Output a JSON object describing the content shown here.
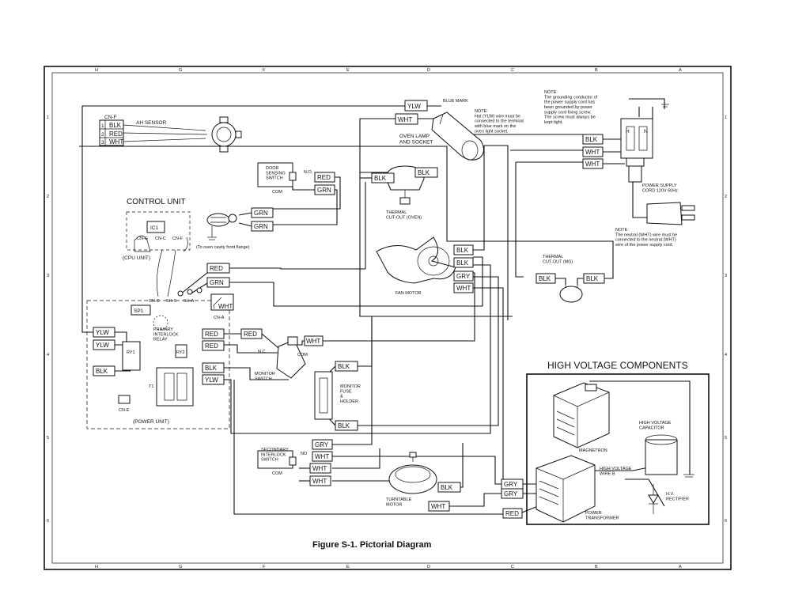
{
  "title": "Figure S-1. Pictorial Diagram",
  "high_voltage_title": "HIGH VOLTAGE COMPONENTS",
  "border_letters": {
    "top": [
      "H",
      "G",
      "F",
      "E",
      "D",
      "C",
      "B",
      "A"
    ],
    "bottom": [
      "H",
      "G",
      "F",
      "E",
      "D",
      "C",
      "B",
      "A"
    ],
    "left": [
      "1",
      "2",
      "3",
      "4",
      "5",
      "6"
    ],
    "right": [
      "1",
      "2",
      "3",
      "4",
      "5",
      "6"
    ]
  },
  "labels": {
    "cnf": "CN-F",
    "ah_sensor": "AH SENSOR",
    "pin1": "1",
    "pin2": "2",
    "pin3": "3",
    "blue_mark": "BLUE MARK",
    "oven_lamp": "OVEN LAMP\nAND SOCKET",
    "note1": "NOTE:\nHot (YLW) wire must be\nconnected to the terminal\nwith blue mark on the\noven light socket.",
    "note2": "NOTE:\nThe grounding conductor of\nthe power supply cord has\nbeen grounded by power\nsupply cord fixing screw.\nThe screw must always be\nkept tight.",
    "note3": "NOTE:\nThe neutral (WHT) wire must be\nconnected to the neutral (WHT)\nwire of the power supply cord.",
    "door_sensing": "DOOR\nSENSING\nSWITCH",
    "no1": "N.O.",
    "com1": "COM",
    "control_unit": "CONTROL UNIT",
    "ic1": "IC1",
    "cng": "CN-G",
    "cnc_top": "CN-C",
    "cnf_top": "CN-F",
    "cpu_unit": "(CPU UNIT)",
    "to_oven": "(To oven cavity front flange)",
    "cnc": "CN-C",
    "shs": "SH-S",
    "sha": "SH-A",
    "cna": "CN-A",
    "cna1": "1",
    "sp1": "SP1",
    "primary": "PRIMARY\nINTERLOCK\nRELAY",
    "ry1": "RY1",
    "ry2": "RY2",
    "t1": "T1",
    "cne": "CN-E",
    "power_unit": "(POWER UNIT)",
    "no2": "N.C.",
    "com2": "COM",
    "monitor_switch": "MONITOR\nSWITCH",
    "monitor_fuse": "MONITOR\nFUSE\n&\nHOLDER",
    "thermal_oven": "THERMAL\nCUT-OUT (OVEN)",
    "fan_motor": "FAN MOTOR",
    "thermal_mg": "THERMAL\nCUT-OUT (MG)",
    "power_cord": "POWER SUPPLY\nCORD 120V 60Hz",
    "secondary": "SECONDARY\nINTERLOCK\nSWITCH",
    "no3": "NO",
    "com3": "COM",
    "turntable": "TURNTABLE\nMOTOR",
    "magnetron": "MAGNETRON",
    "hv_capacitor": "HIGH VOLTAGE\nCAPACITOR",
    "hv_wire": "HIGH VOLTAGE\nWIRE B",
    "power_transformer": "POWER\nTRANSFORMER",
    "hv_rectifier": "H.V.\nRECTIFIER",
    "h": "H",
    "n": "N"
  },
  "wires": {
    "ylw_top": "YLW",
    "wht_top": "WHT",
    "blk_s": "BLK",
    "red_s": "RED",
    "wht_s": "WHT",
    "red_door": "RED",
    "grn_door": "GRN",
    "grn1": "GRN",
    "grn2": "GRN",
    "red_cpu": "RED",
    "grn_cpu": "GRN",
    "wht_cna": "WHT",
    "ylw_r1": "YLW",
    "ylw_r2": "YLW",
    "blk_r": "BLK",
    "red_r1": "RED",
    "red_r2": "RED",
    "red_mon": "RED",
    "blk_ry": "BLK",
    "ylw_ry": "YLW",
    "wht_mon": "WHT",
    "blk_fuse1": "BLK",
    "blk_fuse2": "BLK",
    "blk_th1": "BLK",
    "blk_th2": "BLK",
    "blk_fan1": "BLK",
    "blk_fan2": "BLK",
    "gry_fan": "GRY",
    "wht_fan": "WHT",
    "blk_mg1": "BLK",
    "blk_mg2": "BLK",
    "blk_cord": "BLK",
    "wht_cord1": "WHT",
    "wht_cord2": "WHT",
    "gry_sec": "GRY",
    "wht_sec": "WHT",
    "wht_sec2": "WHT",
    "wht_sec3": "WHT",
    "blk_tt": "BLK",
    "wht_tt": "WHT",
    "gry_hv1": "GRY",
    "gry_hv2": "GRY",
    "red_hv": "RED"
  }
}
